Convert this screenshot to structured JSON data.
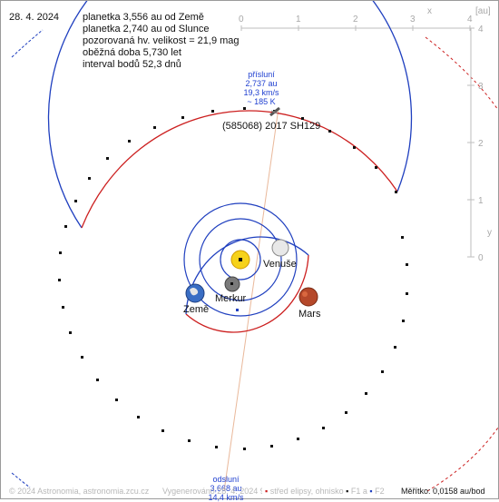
{
  "date": "28. 4. 2024",
  "info_lines": [
    "planetka 3,556 au od Země",
    "planetka 2,740 au od Slunce",
    "pozorovaná hv. velikost = 21,9 mag",
    "oběžná doba 5,730 let",
    "interval bodů 52,3 dnů"
  ],
  "object_name": "(585068) 2017 SH129",
  "perihelion": {
    "label": "přísluní",
    "distance": "2,737 au",
    "speed": "19,3 km/s",
    "temperature": "~ 185 K"
  },
  "aphelion": {
    "label": "odsluní",
    "distance": "3,668 au",
    "speed": "14,4 km/s"
  },
  "planets": {
    "venus": "Venuše",
    "mercury": "Merkur",
    "earth": "Země",
    "mars": "Mars"
  },
  "axes": {
    "unit": "[au]",
    "x_ticks": [
      "0",
      "1",
      "2",
      "3",
      "4"
    ],
    "x_label": "x",
    "y_ticks": [
      "4",
      "3",
      "2",
      "1",
      "0"
    ],
    "y_label": "y"
  },
  "footer": {
    "copyright": "© 2024 Astronomia, astronomia.zcu.cz",
    "generator": "Vygenerováno 28. 4. 2024 9:09",
    "legend_center": "střed elipsy, ohnisko",
    "legend_f1": "F1",
    "legend_a": "a",
    "legend_f2": "F2",
    "scale": "Měřítko: 0,0158 au/bod"
  },
  "colors": {
    "orbit_blue": "#1f3fbf",
    "orbit_red": "#cc1f1f",
    "axis_gray": "#b5b5b5",
    "label_blue": "#1f3fd0",
    "apsis_line": "#e9b89a"
  },
  "icons": [
    "sun-icon",
    "venus-icon",
    "mercury-icon",
    "earth-icon",
    "mars-icon",
    "asteroid-icon"
  ]
}
